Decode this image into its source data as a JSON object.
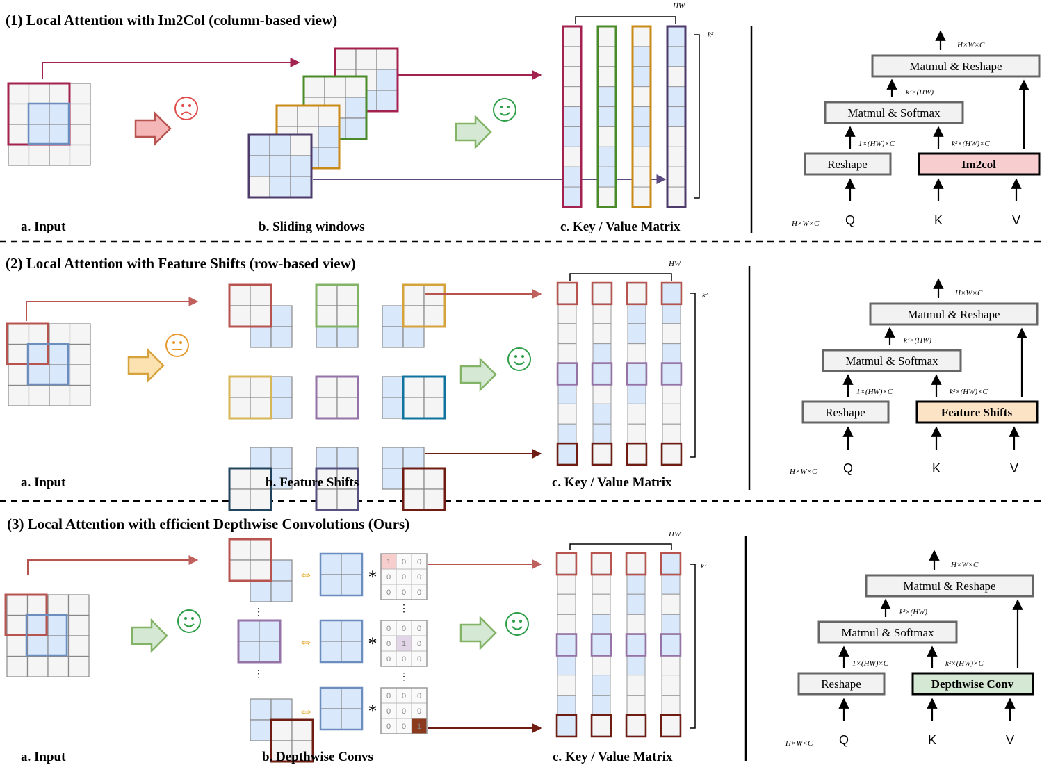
{
  "sections": [
    {
      "title": "(1) Local Attention with Im2Col (column-based view)",
      "labels": {
        "input": "a. Input",
        "middle": "b. Sliding windows",
        "matrix": "c. Key / Value Matrix"
      },
      "hw": "HW",
      "k2": "k²",
      "flow": {
        "top": "Matmul & Reshape",
        "mid": "Matmul & Softmax",
        "left": "Reshape",
        "right": "Im2col",
        "out_dim": "H×W×C",
        "mid_dim": "k²×(HW)",
        "left_dim": "1×(HW)×C",
        "right_dim": "k²×(HW)×C",
        "in_dim": "H×W×C",
        "q": "Q",
        "k": "K",
        "v": "V",
        "right_color": "#f8cdd0"
      }
    },
    {
      "title": "(2) Local Attention with Feature Shifts (row-based view)",
      "labels": {
        "input": "a. Input",
        "middle": "b. Feature Shifts",
        "matrix": "c. Key / Value Matrix"
      },
      "hw": "HW",
      "k2": "k²",
      "flow": {
        "top": "Matmul & Reshape",
        "mid": "Matmul & Softmax",
        "left": "Reshape",
        "right": "Feature Shifts",
        "out_dim": "H×W×C",
        "mid_dim": "k²×(HW)",
        "left_dim": "1×(HW)×C",
        "right_dim": "k²×(HW)×C",
        "in_dim": "H×W×C",
        "q": "Q",
        "k": "K",
        "v": "V",
        "right_color": "#fde3c6"
      }
    },
    {
      "title": "(3) Local Attention with efficient Depthwise Convolutions (Ours)",
      "labels": {
        "input": "a. Input",
        "middle": "b. Depthwise Convs",
        "matrix": "c. Key / Value Matrix"
      },
      "hw": "HW",
      "k2": "k²",
      "flow": {
        "top": "Matmul & Reshape",
        "mid": "Matmul & Softmax",
        "left": "Reshape",
        "right": "Depthwise Conv",
        "out_dim": "H×W×C",
        "mid_dim": "k²×(HW)",
        "left_dim": "1×(HW)×C",
        "right_dim": "k²×(HW)×C",
        "in_dim": "H×W×C",
        "q": "Q",
        "k": "K",
        "v": "V",
        "right_color": "#d5e8d4"
      }
    }
  ],
  "kernels": [
    [
      "1",
      "0",
      "0",
      "0",
      "0",
      "0",
      "0",
      "0",
      "0"
    ],
    [
      "0",
      "0",
      "0",
      "0",
      "1",
      "0",
      "0",
      "0",
      "0"
    ],
    [
      "0",
      "0",
      "0",
      "0",
      "0",
      "0",
      "0",
      "0",
      "1"
    ]
  ],
  "conv_op": "*",
  "equiv": "⇔",
  "colors": {
    "blue": "#dae8fc",
    "blue_stroke": "#6c8ebf",
    "grid_fill": "#f5f5f5",
    "maroon": "#a3224f",
    "green": "#4a8a28",
    "orange": "#c98a17",
    "purple": "#4c3b6b",
    "red_arrow": "#f4b6b7",
    "orange_arrow": "#fbe2b0",
    "green_arrow": "#d5e8d4",
    "brick": "#b85450",
    "dark_brick": "#6f1d12"
  }
}
